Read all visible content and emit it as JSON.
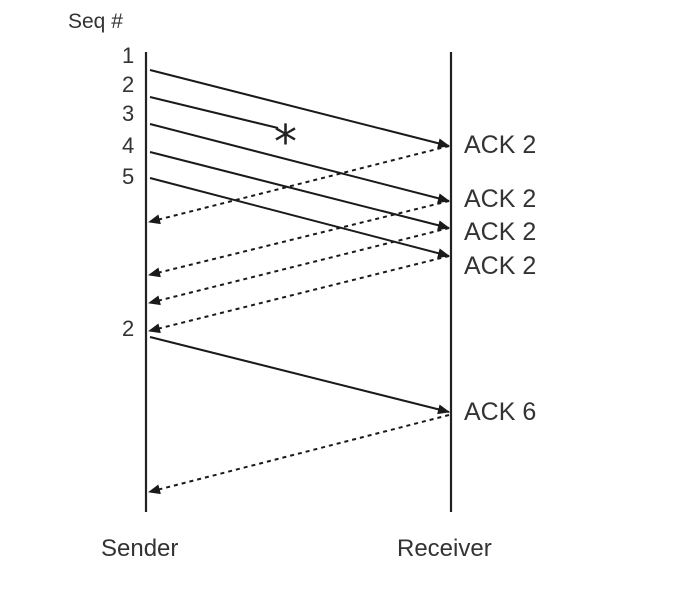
{
  "header": {
    "seq_label": "Seq #"
  },
  "sender": {
    "label": "Sender",
    "seq_numbers": [
      "1",
      "2",
      "3",
      "4",
      "5",
      "2"
    ]
  },
  "receiver": {
    "label": "Receiver",
    "acks": [
      "ACK 2",
      "ACK 2",
      "ACK 2",
      "ACK 2",
      "ACK 6"
    ]
  },
  "loss_marker": "*",
  "messages": [
    {
      "name": "segment-1",
      "from": "sender",
      "seq": "1",
      "kind": "data",
      "delivered": true
    },
    {
      "name": "segment-2",
      "from": "sender",
      "seq": "2",
      "kind": "data",
      "delivered": false
    },
    {
      "name": "segment-3",
      "from": "sender",
      "seq": "3",
      "kind": "data",
      "delivered": true
    },
    {
      "name": "segment-4",
      "from": "sender",
      "seq": "4",
      "kind": "data",
      "delivered": true
    },
    {
      "name": "segment-5",
      "from": "sender",
      "seq": "5",
      "kind": "data",
      "delivered": true
    },
    {
      "name": "ack-2-first",
      "from": "receiver",
      "ack": "ACK 2",
      "kind": "ack"
    },
    {
      "name": "ack-2-second",
      "from": "receiver",
      "ack": "ACK 2",
      "kind": "ack"
    },
    {
      "name": "ack-2-third",
      "from": "receiver",
      "ack": "ACK 2",
      "kind": "ack"
    },
    {
      "name": "ack-2-fourth",
      "from": "receiver",
      "ack": "ACK 2",
      "kind": "ack"
    },
    {
      "name": "segment-2-retransmit",
      "from": "sender",
      "seq": "2",
      "kind": "data",
      "delivered": true
    },
    {
      "name": "ack-6",
      "from": "receiver",
      "ack": "ACK 6",
      "kind": "ack"
    }
  ]
}
